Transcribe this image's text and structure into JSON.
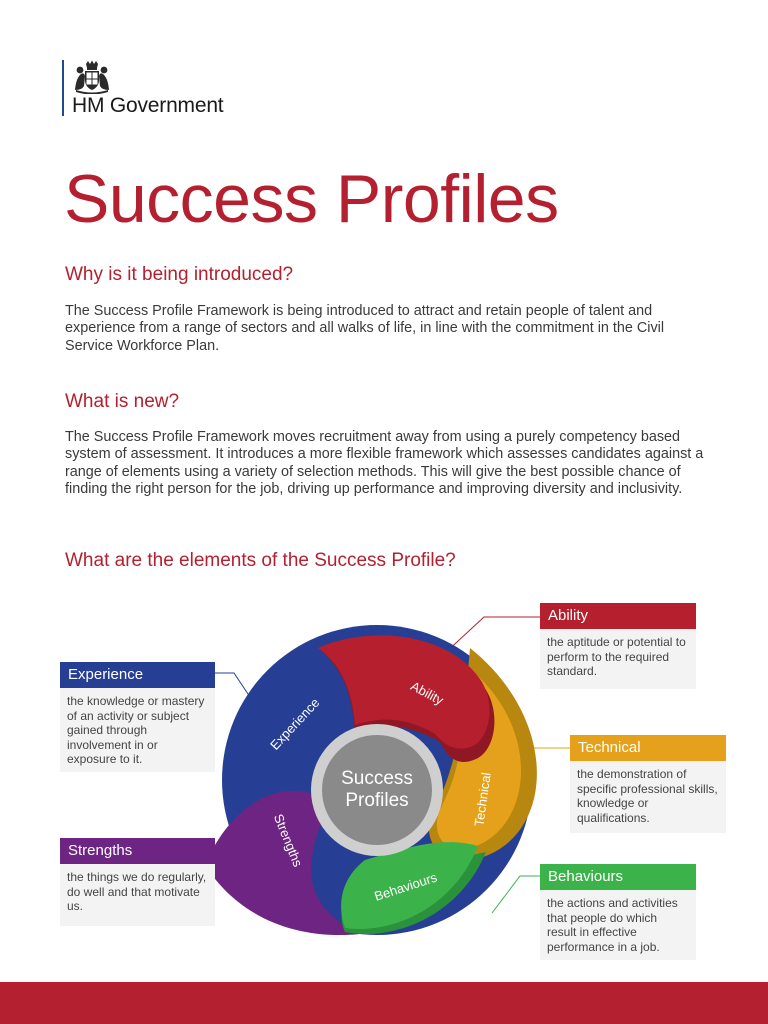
{
  "logo": {
    "text": "HM Government"
  },
  "page": {
    "title": "Success Profiles",
    "sections": [
      {
        "heading": "Why is it being introduced?",
        "body": "The Success Profile Framework is being introduced to attract and retain people of talent and experience from a range of sectors and all walks of life, in line with the commitment in the Civil Service Workforce Plan."
      },
      {
        "heading": "What is new?",
        "body": "The Success Profile Framework moves recruitment away from using a purely competency based system of assessment. It introduces a more flexible framework which assesses candidates against a range of elements using a variety of selection methods. This will give the best possible chance of finding the right person for the job, driving up performance and improving diversity and inclusivity."
      },
      {
        "heading": "What are the elements of the Success Profile?"
      }
    ]
  },
  "diagram": {
    "center": [
      "Success",
      "Profiles"
    ],
    "elements": [
      {
        "name": "Ability",
        "color": "#b51f2e",
        "description": "the aptitude or potential to perform to the required standard."
      },
      {
        "name": "Technical",
        "color": "#e5a11b",
        "description": "the demonstration of specific professional skills, knowledge or qualifications."
      },
      {
        "name": "Behaviours",
        "color": "#3bb34a",
        "description": "the actions and activities that people do which result in effective performance in a job."
      },
      {
        "name": "Strengths",
        "color": "#6d2482",
        "description": "the things we do regularly, do well and that motivate us."
      },
      {
        "name": "Experience",
        "color": "#263f94",
        "description": "the knowledge or mastery of an activity or subject gained through involvement in or exposure to it."
      }
    ]
  },
  "colors": {
    "accent": "#b4202f"
  }
}
